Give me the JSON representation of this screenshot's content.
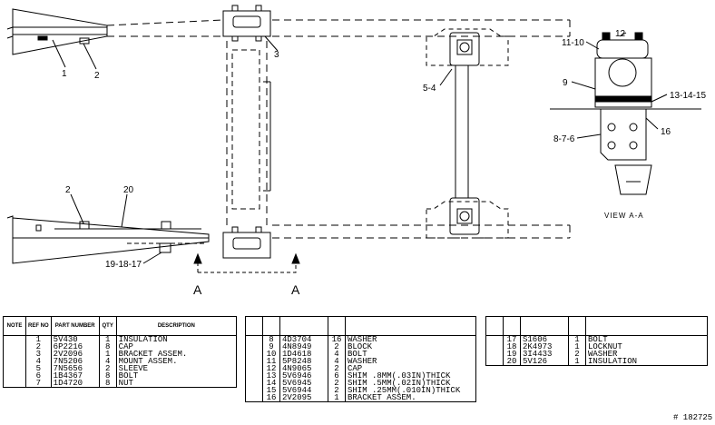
{
  "callouts": {
    "c1": "1",
    "c2a": "2",
    "c3": "3",
    "c54": "5-4",
    "c1110": "11-10",
    "c12": "12",
    "c9": "9",
    "c131415": "13-14-15",
    "c876": "8-7-6",
    "c16": "16",
    "c2b": "2",
    "c20": "20",
    "c191817": "19-18-17",
    "section_a_left": "A",
    "section_a_right": "A",
    "view_title": "VIEW A-A"
  },
  "table1": {
    "headers": {
      "note": "NOTE",
      "ref_no": "REF NO",
      "part_number": "PART NUMBER",
      "qty": "QTY",
      "description": "DESCRIPTION"
    },
    "rows": [
      {
        "ref": "1",
        "part": "5V430",
        "qty": "1",
        "desc": "INSULATION"
      },
      {
        "ref": "2",
        "part": "6P2216",
        "qty": "8",
        "desc": "CAP"
      },
      {
        "ref": "3",
        "part": "2V2096",
        "qty": "1",
        "desc": "BRACKET  ASSEM."
      },
      {
        "ref": "4",
        "part": "7N5206",
        "qty": "4",
        "desc": "MOUNT  ASSEM."
      },
      {
        "ref": "5",
        "part": "7N5656",
        "qty": "2",
        "desc": "SLEEVE"
      },
      {
        "ref": "6",
        "part": "1B4367",
        "qty": "8",
        "desc": "BOLT"
      },
      {
        "ref": "7",
        "part": "1D4720",
        "qty": "8",
        "desc": "NUT"
      }
    ]
  },
  "table2": {
    "rows": [
      {
        "ref": "8",
        "part": "4D3704",
        "qty": "16",
        "desc": "WASHER"
      },
      {
        "ref": "9",
        "part": "4N8949",
        "qty": "2",
        "desc": "BLOCK"
      },
      {
        "ref": "10",
        "part": "1D4618",
        "qty": "4",
        "desc": "BOLT"
      },
      {
        "ref": "11",
        "part": "5P8248",
        "qty": "4",
        "desc": "WASHER"
      },
      {
        "ref": "12",
        "part": "4N9065",
        "qty": "2",
        "desc": "CAP"
      },
      {
        "ref": "13",
        "part": "5V6946",
        "qty": "6",
        "desc": "SHIM  .8MM(.03IN)THICK"
      },
      {
        "ref": "14",
        "part": "5V6945",
        "qty": "2",
        "desc": "SHIM  .5MM(.02IN)THICK"
      },
      {
        "ref": "15",
        "part": "5V6944",
        "qty": "2",
        "desc": "SHIM  .25MM(.010IN)THICK"
      },
      {
        "ref": "16",
        "part": "2V2095",
        "qty": "1",
        "desc": "BRACKET  ASSEM."
      }
    ]
  },
  "table3": {
    "rows": [
      {
        "ref": "17",
        "part": "S1606",
        "qty": "1",
        "desc": "BOLT"
      },
      {
        "ref": "18",
        "part": "2K4973",
        "qty": "1",
        "desc": "LOCKNUT"
      },
      {
        "ref": "19",
        "part": "3I4433",
        "qty": "2",
        "desc": "WASHER"
      },
      {
        "ref": "20",
        "part": "5V126",
        "qty": "1",
        "desc": "INSULATION"
      }
    ]
  },
  "figure_number": "# 182725"
}
